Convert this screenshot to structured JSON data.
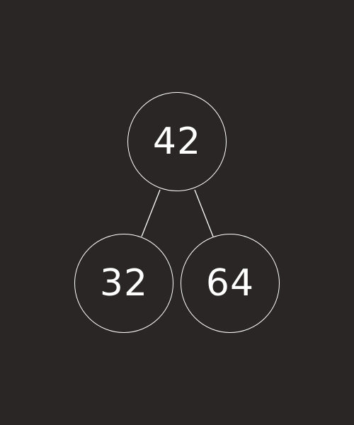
{
  "tree": {
    "root": {
      "value": "42"
    },
    "left": {
      "value": "32"
    },
    "right": {
      "value": "64"
    }
  },
  "colors": {
    "background": "#292625",
    "stroke": "#ffffff",
    "text": "#ffffff"
  }
}
